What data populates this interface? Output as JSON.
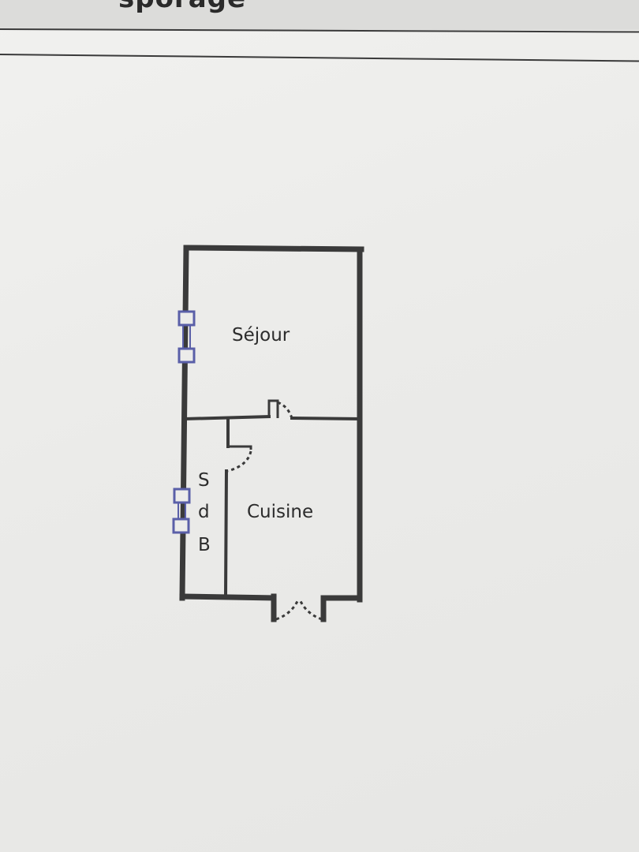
{
  "header": {
    "title_fragment": "sporage"
  },
  "floor_plan": {
    "rooms": {
      "sejour": "Séjour",
      "cuisine": "Cuisine",
      "sdb_line1": "S",
      "sdb_line2": "d",
      "sdb_line3": "B"
    },
    "colors": {
      "wall": "#3a3a3a",
      "window": "#5a5fa8",
      "paper": "#ececea"
    }
  }
}
